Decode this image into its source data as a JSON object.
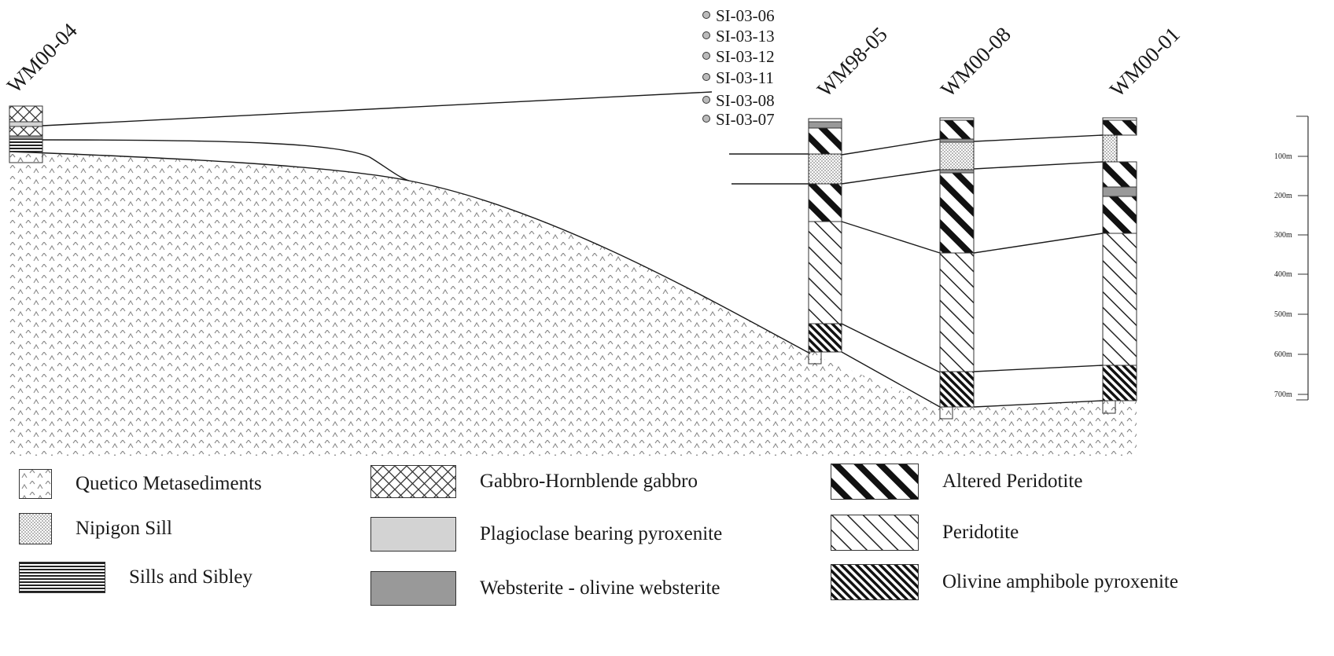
{
  "drill_holes": [
    {
      "name": "WM00-04"
    },
    {
      "name": "WM98-05"
    },
    {
      "name": "WM00-08"
    },
    {
      "name": "WM00-01"
    }
  ],
  "samples": [
    "SI-03-06",
    "SI-03-13",
    "SI-03-12",
    "SI-03-11",
    "SI-03-08",
    "SI-03-07"
  ],
  "depth_scale": [
    "100m",
    "200m",
    "300m",
    "400m",
    "500m",
    "600m",
    "700m"
  ],
  "legend": [
    {
      "label": "Quetico Metasediments",
      "pattern": "quetico"
    },
    {
      "label": "Nipigon Sill",
      "pattern": "nipigon"
    },
    {
      "label": "Sills and Sibley",
      "pattern": "sibley"
    },
    {
      "label": "Gabbro-Hornblende gabbro",
      "pattern": "gabbro"
    },
    {
      "label": "Plagioclase bearing pyroxenite",
      "pattern": "plag"
    },
    {
      "label": "Websterite - olivine websterite",
      "pattern": "webst"
    },
    {
      "label": "Altered Peridotite",
      "pattern": "altered"
    },
    {
      "label": "Peridotite",
      "pattern": "peridotite"
    },
    {
      "label": "Olivine amphibole pyroxenite",
      "pattern": "olamph"
    }
  ],
  "colors": {
    "line": "#1a1a1a",
    "plag": "#d3d3d3",
    "webst": "#999999",
    "quetico_mark": "#8a8a8a"
  }
}
